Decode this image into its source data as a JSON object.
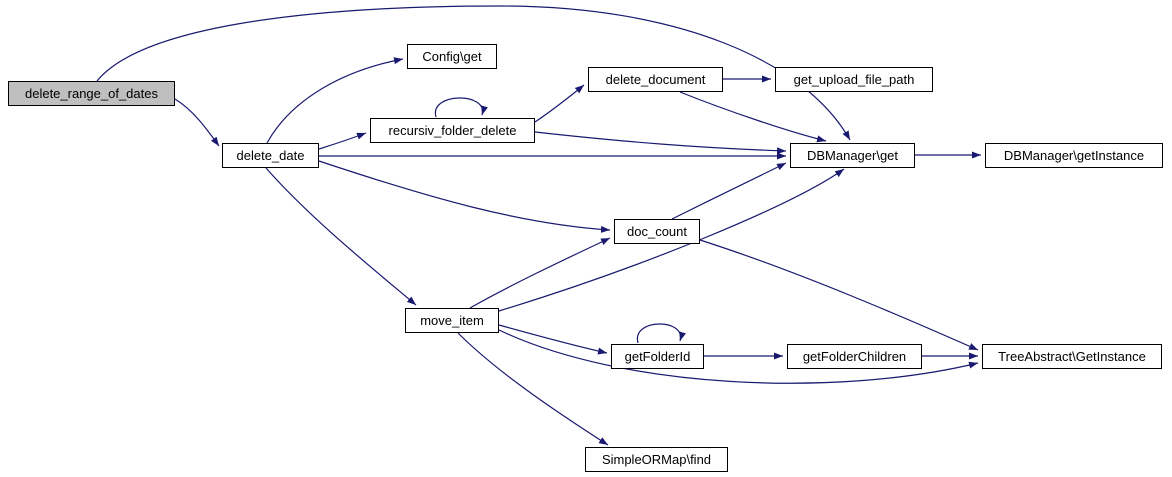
{
  "diagram": {
    "title": "delete_range_of_dates call graph",
    "type": "call-graph",
    "colors": {
      "edge": "#191970",
      "node_border": "#000000",
      "node_bg": "#ffffff",
      "highlight_bg": "#bfbfbf",
      "text": "#000000"
    },
    "nodes": [
      {
        "id": "delete_range_of_dates",
        "label": "delete_range_of_dates",
        "highlighted": true
      },
      {
        "id": "config_get",
        "label": "Config\\get",
        "highlighted": false
      },
      {
        "id": "delete_document",
        "label": "delete_document",
        "highlighted": false
      },
      {
        "id": "get_upload_file_path",
        "label": "get_upload_file_path",
        "highlighted": false
      },
      {
        "id": "recursiv_folder_delete",
        "label": "recursiv_folder_delete",
        "highlighted": false
      },
      {
        "id": "delete_date",
        "label": "delete_date",
        "highlighted": false
      },
      {
        "id": "dbmanager_get",
        "label": "DBManager\\get",
        "highlighted": false
      },
      {
        "id": "dbmanager_getinstance",
        "label": "DBManager\\getInstance",
        "highlighted": false
      },
      {
        "id": "doc_count",
        "label": "doc_count",
        "highlighted": false
      },
      {
        "id": "move_item",
        "label": "move_item",
        "highlighted": false
      },
      {
        "id": "getfolderid",
        "label": "getFolderId",
        "highlighted": false
      },
      {
        "id": "getfolderchildren",
        "label": "getFolderChildren",
        "highlighted": false
      },
      {
        "id": "treeabstract_getinstance",
        "label": "TreeAbstract\\GetInstance",
        "highlighted": false
      },
      {
        "id": "simpleormap_find",
        "label": "SimpleORMap\\find",
        "highlighted": false
      }
    ],
    "edges": [
      {
        "from": "delete_range_of_dates",
        "to": "delete_date"
      },
      {
        "from": "delete_range_of_dates",
        "to": "DBManager\\get"
      },
      {
        "from": "delete_date",
        "to": "Config\\get"
      },
      {
        "from": "delete_date",
        "to": "recursiv_folder_delete"
      },
      {
        "from": "delete_date",
        "to": "DBManager\\get"
      },
      {
        "from": "delete_date",
        "to": "doc_count"
      },
      {
        "from": "delete_date",
        "to": "move_item"
      },
      {
        "from": "recursiv_folder_delete",
        "to": "recursiv_folder_delete"
      },
      {
        "from": "recursiv_folder_delete",
        "to": "delete_document"
      },
      {
        "from": "recursiv_folder_delete",
        "to": "DBManager\\get"
      },
      {
        "from": "delete_document",
        "to": "get_upload_file_path"
      },
      {
        "from": "delete_document",
        "to": "DBManager\\get"
      },
      {
        "from": "DBManager\\get",
        "to": "DBManager\\getInstance"
      },
      {
        "from": "doc_count",
        "to": "DBManager\\get"
      },
      {
        "from": "doc_count",
        "to": "TreeAbstract\\GetInstance"
      },
      {
        "from": "move_item",
        "to": "doc_count"
      },
      {
        "from": "move_item",
        "to": "DBManager\\get"
      },
      {
        "from": "move_item",
        "to": "getFolderId"
      },
      {
        "from": "move_item",
        "to": "SimpleORMap\\find"
      },
      {
        "from": "move_item",
        "to": "TreeAbstract\\GetInstance"
      },
      {
        "from": "getFolderId",
        "to": "getFolderId"
      },
      {
        "from": "getFolderId",
        "to": "getFolderChildren"
      },
      {
        "from": "getFolderChildren",
        "to": "TreeAbstract\\GetInstance"
      }
    ]
  }
}
